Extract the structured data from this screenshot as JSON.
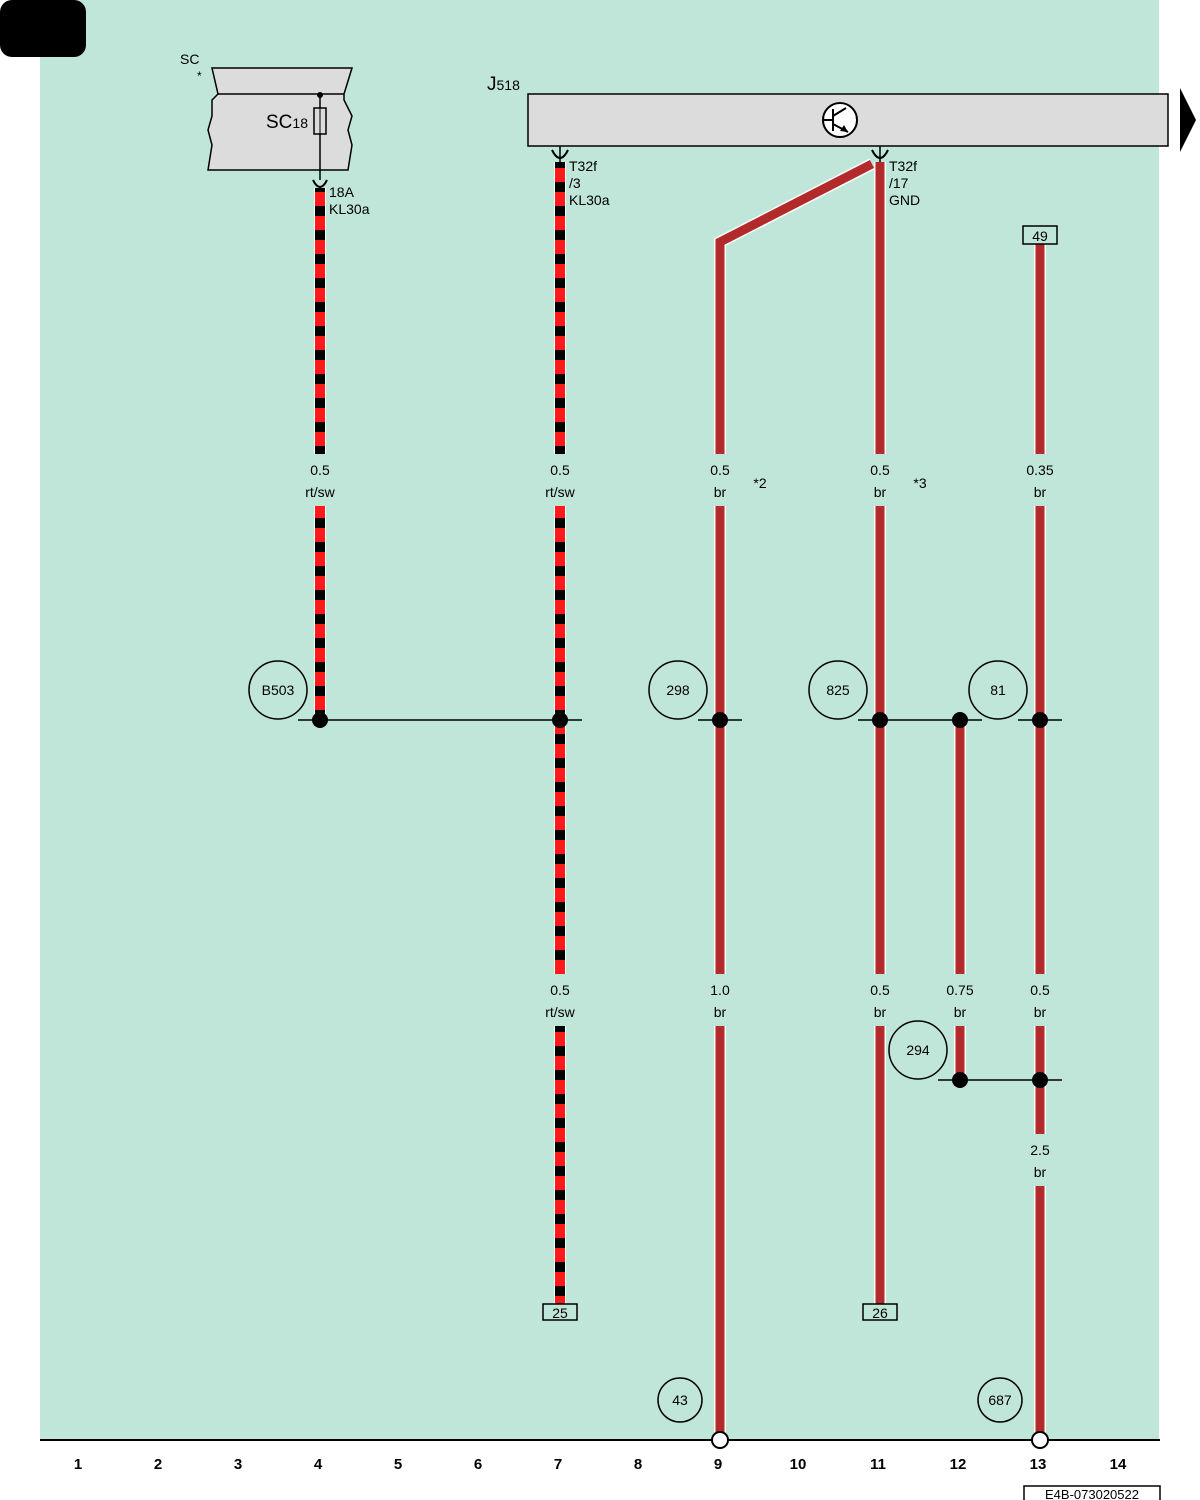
{
  "colors": {
    "background": "#c0e5d9",
    "wire_brown": "#b22a2a",
    "wire_red": "#ff1a1a",
    "wire_black": "#000000",
    "component_fill": "#dcdcdc"
  },
  "fuse_box": {
    "label": "SC",
    "asterisk": "*",
    "fuse_name": "SC",
    "fuse_sub": "18",
    "pin_amp": "18A",
    "pin_signal": "KL30a"
  },
  "control_unit": {
    "label": "J",
    "label_sub": "518",
    "icon": "transistor-icon",
    "pin_a": {
      "connector": "T32f",
      "pin": "/3",
      "signal": "KL30a"
    },
    "pin_b": {
      "connector": "T32f",
      "pin": "/17",
      "signal": "GND"
    }
  },
  "wires": {
    "w4": {
      "size": "0.5",
      "color": "rt/sw"
    },
    "w7_top": {
      "size": "0.5",
      "color": "rt/sw"
    },
    "w7_bot": {
      "size": "0.5",
      "color": "rt/sw"
    },
    "w9_top": {
      "size": "0.5",
      "color": "br",
      "note": "*2"
    },
    "w9_bot": {
      "size": "1.0",
      "color": "br"
    },
    "w11_top": {
      "size": "0.5",
      "color": "br",
      "note": "*3"
    },
    "w11_bot": {
      "size": "0.5",
      "color": "br"
    },
    "w12": {
      "size": "0.75",
      "color": "br"
    },
    "w13_top": {
      "size": "0.35",
      "color": "br"
    },
    "w13_mid": {
      "size": "0.5",
      "color": "br"
    },
    "w13_bot": {
      "size": "2.5",
      "color": "br"
    }
  },
  "connection_refs": {
    "b503": "B503",
    "r298": "298",
    "r825": "825",
    "r81": "81",
    "r294": "294",
    "r43": "43",
    "r687": "687"
  },
  "terminal_refs": {
    "t49": "49",
    "t25": "25",
    "t26": "26"
  },
  "grid_columns": [
    "1",
    "2",
    "3",
    "4",
    "5",
    "6",
    "7",
    "8",
    "9",
    "10",
    "11",
    "12",
    "13",
    "14"
  ],
  "footer_id": "E4B-073020522"
}
